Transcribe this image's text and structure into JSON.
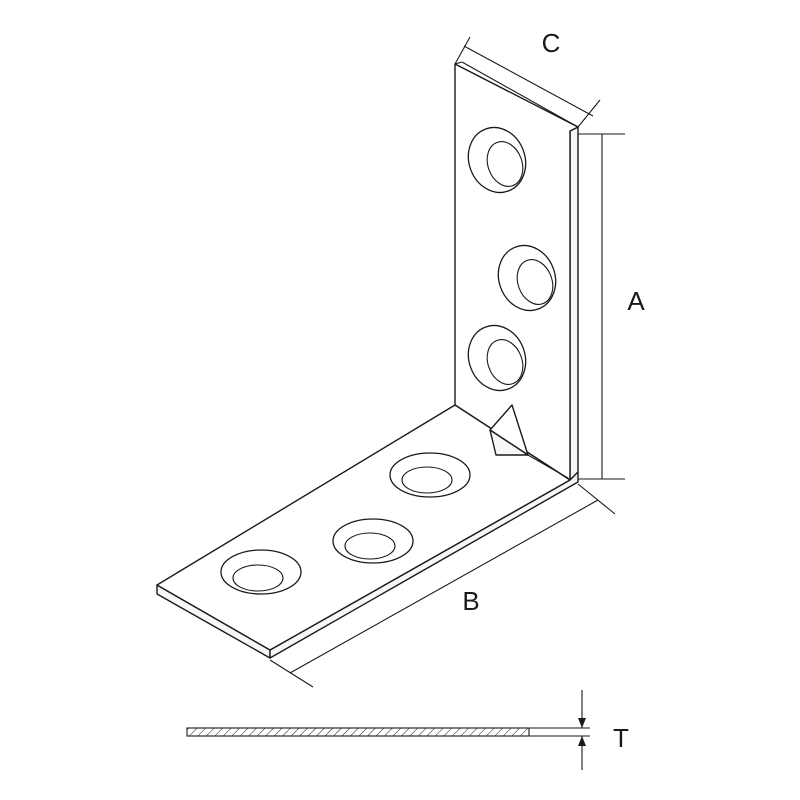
{
  "labels": {
    "a": "A",
    "b": "B",
    "c": "C",
    "t": "T"
  },
  "colors": {
    "line": "#1a1a1a",
    "background": "#ffffff"
  }
}
